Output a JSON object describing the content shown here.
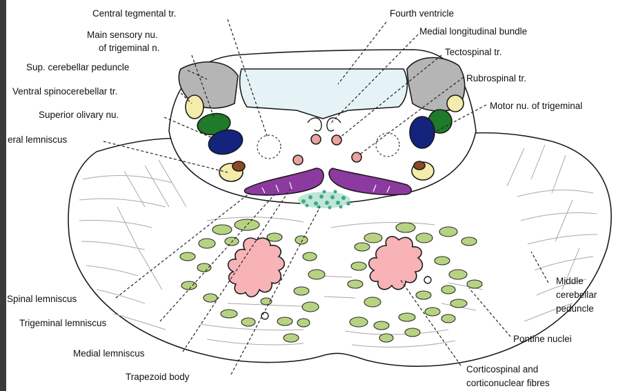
{
  "labels": {
    "central_tegmental": "Central tegmental tr.",
    "main_sensory_1": "Main sensory nu.",
    "main_sensory_2": "of trigeminal n.",
    "sup_cerebellar": "Sup. cerebellar peduncle",
    "ventral_spinocerebellar": "Ventral spinocerebellar tr.",
    "superior_olivary": "Superior olivary nu.",
    "lateral_lemniscus": "eral lemniscus",
    "fourth_ventricle": "Fourth ventricle",
    "medial_longitudinal": "Medial longitudinal bundle",
    "tectospinal": "Tectospinal tr.",
    "rubrospinal": "Rubrospinal tr.",
    "motor_trigeminal": "Motor nu. of trigeminal",
    "middle_cerebellar_1": "Middle",
    "middle_cerebellar_2": "cerebellar",
    "middle_cerebellar_3": "peduncle",
    "pontine_nuclei": "Pontine nuclei",
    "corticospinal_1": "Corticospinal and",
    "corticospinal_2": "corticonuclear fibres",
    "spinal_lemniscus": "Spinal lemniscus",
    "trigeminal_lemniscus": "Trigeminal lemniscus",
    "medial_lemniscus": "Medial lemniscus",
    "trapezoid_body": "Trapezoid body"
  },
  "colors": {
    "ventricle": "#e6f3f6",
    "grey_peduncle": "#b5b5b5",
    "yellow_nucleus": "#f3ecaa",
    "green_nucleus": "#1f7a2a",
    "blue_nucleus": "#13237e",
    "brown_nucleus": "#8a4a22",
    "pink_tract": "#eba3a0",
    "purple_lemniscus": "#8c3aa0",
    "teal_trapezoid": "#3fa88a",
    "green_pontine": "#b7d382",
    "pink_corticospinal": "#f7b3b6"
  }
}
